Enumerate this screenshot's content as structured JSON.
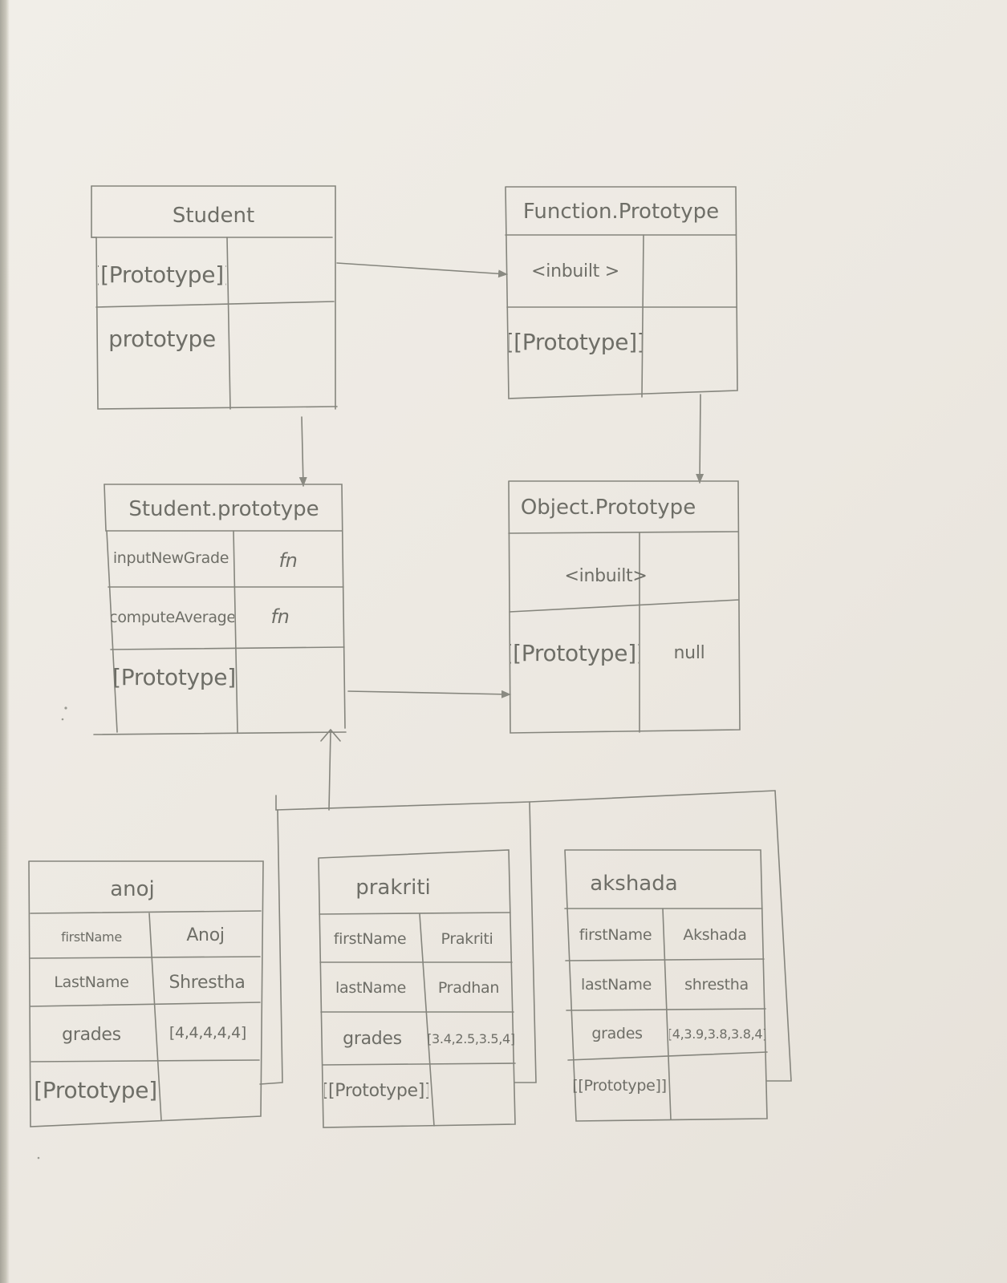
{
  "student": {
    "title": "Student",
    "rows": [
      {
        "key": "[[Prototype]]",
        "value": ""
      },
      {
        "key": "prototype",
        "value": ""
      }
    ]
  },
  "function_prototype": {
    "title": "Function.Prototype",
    "rows": [
      {
        "key": "<inbuilt >",
        "value": ""
      },
      {
        "key": "[[Prototype]]",
        "value": ""
      }
    ]
  },
  "student_prototype": {
    "title": "Student.prototype",
    "rows": [
      {
        "key": "inputNewGrade",
        "value": "fn"
      },
      {
        "key": "computeAverage",
        "value": "fn"
      },
      {
        "key": "[[Prototype]]",
        "value": ""
      }
    ]
  },
  "object_prototype": {
    "title": "Object.Prototype",
    "rows": [
      {
        "key": "<inbuilt>",
        "value": ""
      },
      {
        "key": "[[Prototype]]",
        "value": "null"
      }
    ]
  },
  "anoj": {
    "title": "anoj",
    "rows": [
      {
        "key": "firstName",
        "value": "Anoj"
      },
      {
        "key": "LastName",
        "value": "Shrestha"
      },
      {
        "key": "grades",
        "value": "[4,4,4,4,4]"
      },
      {
        "key": "[[Prototype]]",
        "value": ""
      }
    ]
  },
  "prakriti": {
    "title": "prakriti",
    "rows": [
      {
        "key": "firstName",
        "value": "Prakriti"
      },
      {
        "key": "lastName",
        "value": "Pradhan"
      },
      {
        "key": "grades",
        "value": "[3.4,2.5,3.5,4]"
      },
      {
        "key": "[[Prototype]]",
        "value": ""
      }
    ]
  },
  "akshada": {
    "title": "akshada",
    "rows": [
      {
        "key": "firstName",
        "value": "Akshada"
      },
      {
        "key": "lastName",
        "value": "shrestha"
      },
      {
        "key": "grades",
        "value": "[4,3.9,3.8,3.8,4]"
      },
      {
        "key": "[[Prototype]]",
        "value": ""
      }
    ]
  },
  "colors": {
    "paper": "#efebe4",
    "pencil": "#7a7a72"
  }
}
